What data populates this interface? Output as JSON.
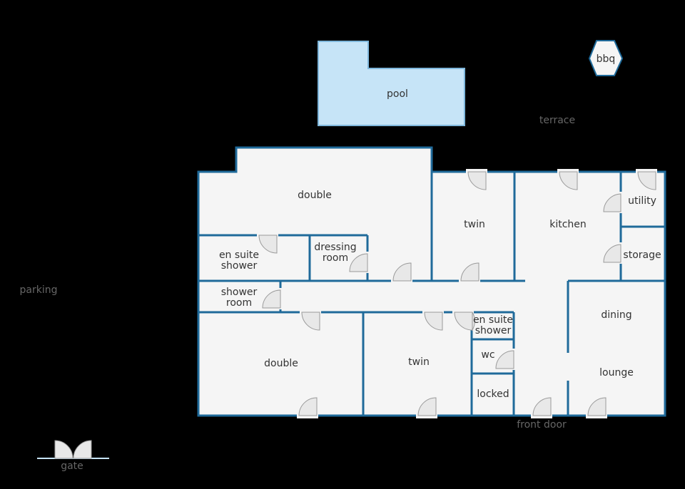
{
  "rooms": {
    "double_top": "double",
    "en_suite_shower_top": [
      "en suite",
      "shower"
    ],
    "dressing_room": [
      "dressing",
      "room"
    ],
    "twin_top": "twin",
    "kitchen": "kitchen",
    "utility": "utility",
    "storage": "storage",
    "shower_room": [
      "shower",
      "room"
    ],
    "double_bottom": "double",
    "twin_bottom": "twin",
    "en_suite_shower_mid": [
      "en suite",
      "shower"
    ],
    "wc": "wc",
    "locked": "locked",
    "dining": "dining",
    "lounge": "lounge"
  },
  "outdoor": {
    "pool": "pool",
    "bbq": "bbq",
    "terrace": "terrace",
    "parking": "parking",
    "front_door": "front door",
    "gate": "gate"
  },
  "colors": {
    "background": "#000000",
    "floor": "#f5f5f5",
    "wall": "#1f6a9a",
    "pool": "#c6e4f7",
    "door": "#e8e8e8"
  }
}
